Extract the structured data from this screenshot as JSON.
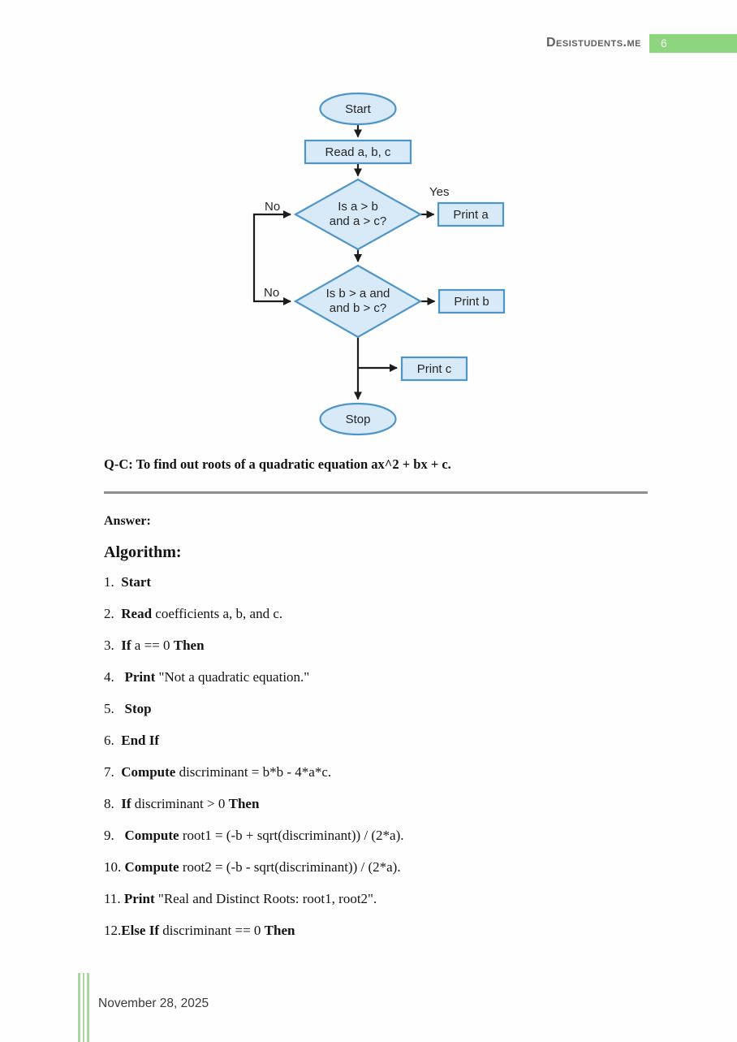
{
  "header": {
    "site_name": "Desistudents.me",
    "page_number": "6",
    "badge_color": "#8ed57f"
  },
  "flowchart": {
    "colors": {
      "fill": "#d8e9f7",
      "stroke": "#4e96c8",
      "line": "#1c1c1c"
    },
    "nodes": {
      "start": "Start",
      "read": "Read a, b, c",
      "decision1": {
        "line1": "Is a > b",
        "line2": "and a > c?"
      },
      "decision2": {
        "line1": "Is b > a and",
        "line2": "and b > c?"
      },
      "print_a": "Print a",
      "print_b": "Print b",
      "print_c": "Print c",
      "stop": "Stop"
    },
    "edge_labels": {
      "yes": "Yes",
      "no_1": "No",
      "no_2": "No"
    }
  },
  "question": "Q-C: To find out roots of a quadratic equation ax^2 + bx + c.",
  "answer": {
    "label": "Answer:",
    "heading": "Algorithm:",
    "steps": [
      [
        {
          "t": "1.  "
        },
        {
          "t": "Start",
          "b": 1
        }
      ],
      [
        {
          "t": "2.  "
        },
        {
          "t": "Read",
          "b": 1
        },
        {
          "t": " coefficients a, b, and c."
        }
      ],
      [
        {
          "t": "3.  "
        },
        {
          "t": "If",
          "b": 1
        },
        {
          "t": " a == 0 "
        },
        {
          "t": "Then",
          "b": 1
        }
      ],
      [
        {
          "t": "4.   "
        },
        {
          "t": "Print",
          "b": 1
        },
        {
          "t": " \"Not a quadratic equation.\""
        }
      ],
      [
        {
          "t": "5.   "
        },
        {
          "t": "Stop",
          "b": 1
        }
      ],
      [
        {
          "t": "6.  "
        },
        {
          "t": "End If",
          "b": 1
        }
      ],
      [
        {
          "t": "7.  "
        },
        {
          "t": "Compute",
          "b": 1
        },
        {
          "t": " discriminant = b*b - 4*a*c."
        }
      ],
      [
        {
          "t": "8.  "
        },
        {
          "t": "If",
          "b": 1
        },
        {
          "t": " discriminant > 0 "
        },
        {
          "t": "Then",
          "b": 1
        }
      ],
      [
        {
          "t": "9.   "
        },
        {
          "t": "Compute",
          "b": 1
        },
        {
          "t": " root1 = (-b + sqrt(discriminant)) / (2*a)."
        }
      ],
      [
        {
          "t": "10. "
        },
        {
          "t": "Compute",
          "b": 1
        },
        {
          "t": " root2 = (-b - sqrt(discriminant)) / (2*a)."
        }
      ],
      [
        {
          "t": "11. "
        },
        {
          "t": "Print",
          "b": 1
        },
        {
          "t": " \"Real and Distinct Roots: root1, root2\"."
        }
      ],
      [
        {
          "t": "12."
        },
        {
          "t": "Else If",
          "b": 1
        },
        {
          "t": " discriminant == 0 "
        },
        {
          "t": "Then",
          "b": 1
        }
      ]
    ]
  },
  "footer": {
    "date": "November 28, 2025",
    "accent_color": "#a9d89f"
  }
}
